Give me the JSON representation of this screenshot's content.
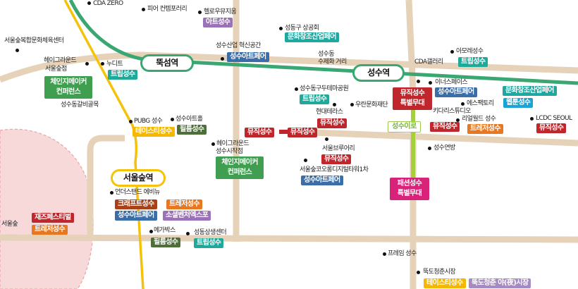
{
  "colors": {
    "line2_green": "#3aa672",
    "suin_yellow": "#f5c20a",
    "road": "#e6d2b8",
    "forest_zone": "#f6d6d6",
    "seongsuiro": "#a6cf3c",
    "music": "#c0272d",
    "trip": "#1ea99a",
    "art": "#9b72b8",
    "artfair": "#3b6ea8",
    "culture_fair": "#20a8a0",
    "chain_conf": "#3f9e4f",
    "taste": "#f5b800",
    "film": "#4e6e3a",
    "craft": "#a8401a",
    "treasure": "#e87722",
    "social_venture": "#9b72b8",
    "webtoon": "#1aa3d5",
    "fashion": "#d9237a",
    "night_market": "#a58bc2",
    "jazz": "#c0272d"
  },
  "stations": {
    "ttukseom": "뚝섬역",
    "seongsu": "성수역",
    "seoulforest": "서울숲역"
  },
  "road_labels": {
    "seongsuiro": "성수이로"
  },
  "places": {
    "cda_zero": "CDA ZERO",
    "pier": "피어 컨템포러리",
    "hello_museum": "헬로우뮤지움",
    "seongdong_chamber": "성동구 상공회",
    "seoulforest_sports": "서울숲복합문화체육센터",
    "haygrounds_seoulforest": "헤이그라운드\n서울숲점",
    "haygrounds_line1": "헤이그라운드",
    "haygrounds_line2": "서울숲점",
    "nudeet": "누디트",
    "innovation_line1": "성수산업 혁신공간",
    "handmade_line1": "성수동",
    "handmade_line2": "수제화 거리",
    "cda_gallery": "CDA갤러리",
    "amore": "아모레성수",
    "galbi": "성수동갈비골목",
    "theme_park": "성수동구두테마공원",
    "hyundai_terrace": "현대테라스",
    "uran": "우란문화재단",
    "inner_space": "이너스페이스",
    "esfactory": "에스팩토리",
    "kidari": "키다리스튜디오",
    "realworld": "리얼월드 성수",
    "lcdc": "LCDC SEOUL",
    "pubg": "PUBG 성수",
    "arthall": "성수아트홀",
    "haygrounds_start_line1": "헤이그라운드",
    "haygrounds_start_line2": "성수시작점",
    "brewery": "서울브루어리",
    "kolon": "서울숲코오롱디지털타워1차",
    "yeonbang": "성수연방",
    "understand": "언더스탠드 에비뉴",
    "megabox": "메가박스",
    "coexist": "성동상생센터",
    "seoulforest": "서울숲",
    "frame": "프레임 성수",
    "ttukdo_market": "뚝도청춘시장"
  },
  "tags": {
    "art_seongsu": "아트성수",
    "culture_fair_1": "문화창조산업페어",
    "culture_fair_2": "문화창조산업페어",
    "artfair_top": "성수아트페어",
    "trip_nudeet": "트립성수",
    "chain_conf_1_line1": "체인지메이커",
    "chain_conf_1_line2": "컨퍼런스",
    "trip_amore": "트립성수",
    "music_special_line1": "뮤직성수",
    "music_special_line2": "특별무대",
    "artfair_inner": "성수아트페어",
    "webtoon": "웹툰성수",
    "trip_themepark": "트립성수",
    "music_hyundai": "뮤직성수",
    "music_road1": "뮤직성수",
    "music_road2": "뮤직성수",
    "music_realworld": "뮤직성수",
    "treasure_realworld": "트레저성수",
    "music_lcdc": "뮤직성수",
    "taste_pubg": "테이스티성수",
    "film_arthall": "필름성수",
    "chain_conf_2_line1": "체인지메이커",
    "chain_conf_2_line2": "컨퍼런스",
    "music_brewery": "뮤직성수",
    "artfair_kolon": "성수아트페어",
    "fashion_line1": "패션성수",
    "fashion_line2": "특별무대",
    "craft": "크래프트성수",
    "treasure_understand": "트레저성수",
    "artfair_understand": "성수아트페어",
    "social_venture": "소셜벤처엑스포",
    "jazz": "재즈페스티벌",
    "treasure_forest": "트레저성수",
    "film_megabox": "필름성수",
    "trip_coexist": "트립성수",
    "taste_market": "테이스티성수",
    "night_market": "뚝도청춘 야(夜)시장"
  }
}
